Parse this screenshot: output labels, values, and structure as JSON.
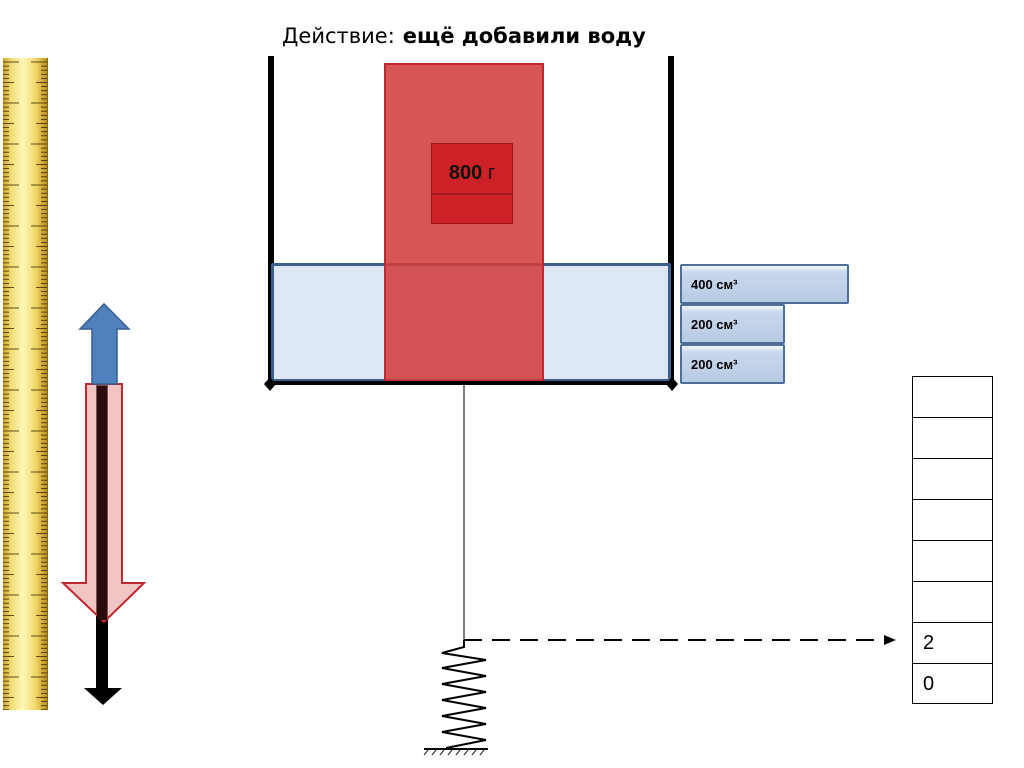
{
  "title": {
    "prefix": "Действие:",
    "action": "ещё добавили  воду"
  },
  "mass_label": {
    "value": "800",
    "unit": "г"
  },
  "cups": [
    {
      "label": "400 см³"
    },
    {
      "label": "200 см³"
    },
    {
      "label": "200 см³"
    }
  ],
  "table": {
    "rows": [
      "",
      "",
      "",
      "",
      "",
      "",
      "2",
      "0"
    ]
  },
  "colors": {
    "block": "#d13d3d",
    "water": "#c4d6ec",
    "buoyancy_arrow": "#4f81bd",
    "gravity_arrow": "#e8a0a0",
    "ruler": "#f3dc74"
  }
}
